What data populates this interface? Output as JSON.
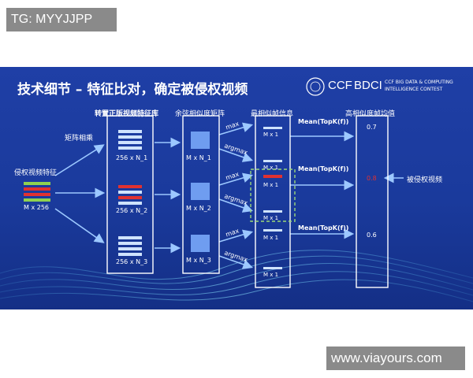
{
  "watermarks": {
    "top": "TG: MYYJJPP",
    "bottom": "www.viayours.com"
  },
  "slide": {
    "title": "技术细节 – 特征比对，确定被侵权视频",
    "logo": {
      "ccf": "CCF",
      "bdci": "BDCI",
      "line1": "CCF BIG DATA & COMPUTING",
      "line2": "INTELLIGENCE CONTEST"
    },
    "labels": {
      "matmul": "矩阵相乘",
      "query": "侵权视频特征",
      "query_dim": "M x 256",
      "library": "转置正版视频特征库",
      "cosine": "余弦相似度矩阵",
      "maxframe": "最相似帧信息",
      "avgsim": "高相似度帧均值",
      "infringed": "被侵权视频"
    },
    "library_dims": [
      "256 x N_1",
      "256 x N_2",
      "256 x N_3"
    ],
    "sim_dims": [
      "M x N_1",
      "M x N_2",
      "M x N_3"
    ],
    "ops": {
      "max": "max",
      "argmax": "argmax"
    },
    "frame_dims": [
      "M x 1",
      "M x 1",
      "M x 1",
      "M x 1",
      "M x 1",
      "M x 1"
    ],
    "mean_label": "Mean(TopK(f))",
    "scores": [
      "0.7",
      "0.8",
      "0.6"
    ],
    "colors": {
      "highlight": "#e03131",
      "accent_green": "#8fd14f",
      "dashed_box": "#9bd879"
    }
  }
}
